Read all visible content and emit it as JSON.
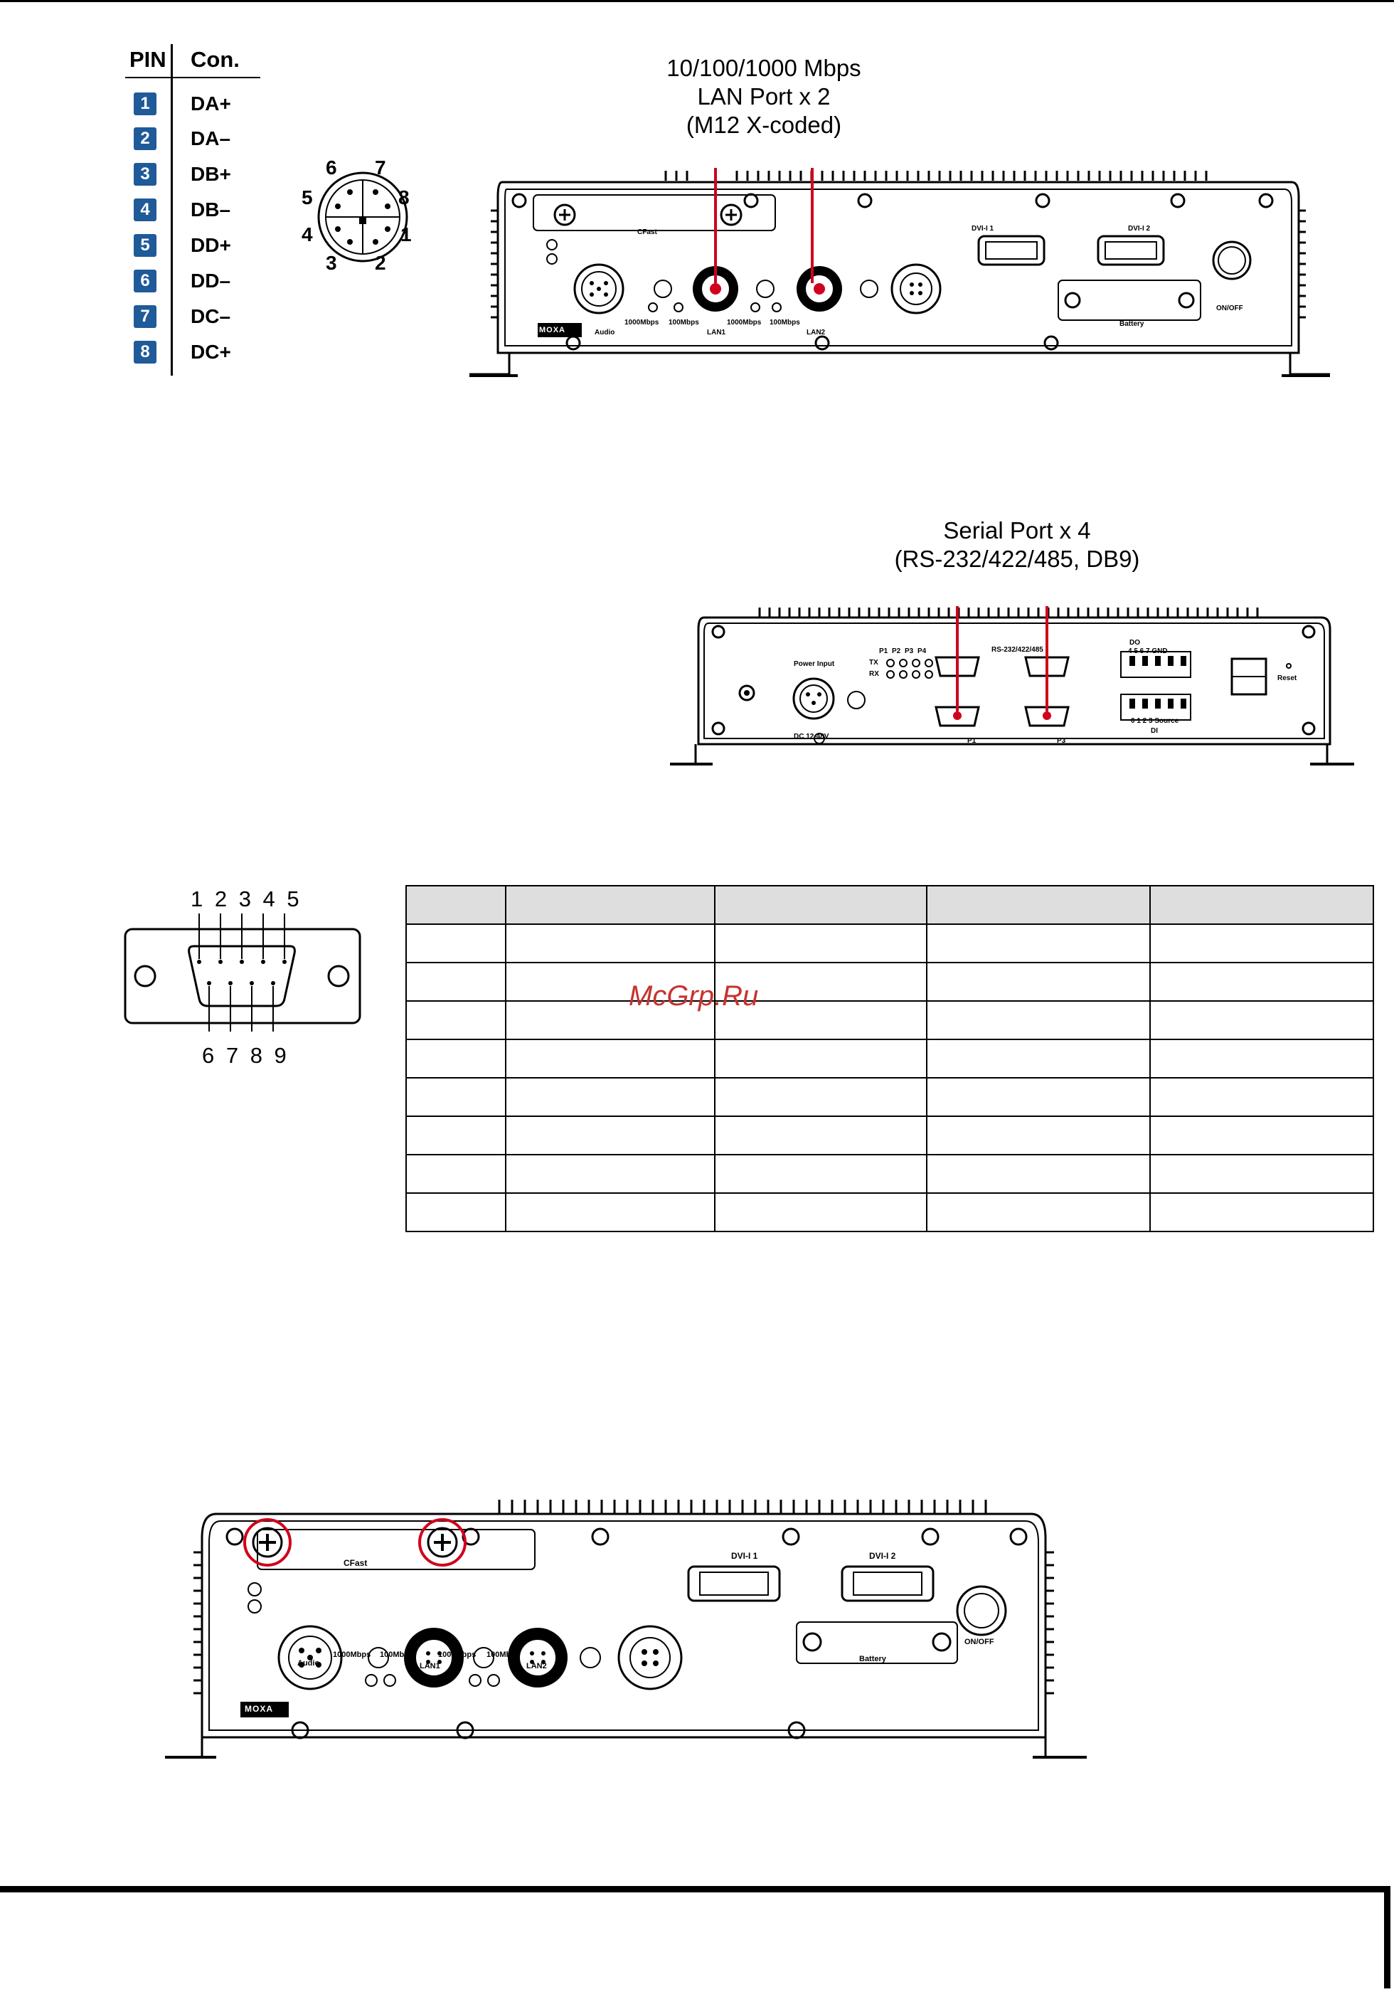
{
  "pin_table": {
    "header_pin": "PIN",
    "header_con": "Con.",
    "rows": [
      {
        "pin": "1",
        "con": "DA+"
      },
      {
        "pin": "2",
        "con": "DA–"
      },
      {
        "pin": "3",
        "con": "DB+"
      },
      {
        "pin": "4",
        "con": "DB–"
      },
      {
        "pin": "5",
        "con": "DD+"
      },
      {
        "pin": "6",
        "con": "DD–"
      },
      {
        "pin": "7",
        "con": "DC–"
      },
      {
        "pin": "8",
        "con": "DC+"
      }
    ],
    "badge_color": "#1f5a99"
  },
  "m12_connector": {
    "labels": [
      "6",
      "7",
      "5",
      "8",
      "4",
      "1",
      "3",
      "2"
    ]
  },
  "lan_callout": {
    "line1": "10/100/1000 Mbps",
    "line2": "LAN Port x 2",
    "line3": "(M12 X-coded)",
    "color": "#d0021b"
  },
  "front_panel": {
    "brand": "MOXA",
    "cfast": "CFast",
    "audio": "Audio",
    "speed_1000": "1000Mbps",
    "speed_100": "100Mbps",
    "lan1": "LAN1",
    "lan2": "LAN2",
    "dvi1": "DVI-I 1",
    "dvi2": "DVI-I 2",
    "battery": "Battery",
    "onoff": "ON/OFF"
  },
  "serial_callout": {
    "line1": "Serial Port x 4",
    "line2": "(RS-232/422/485, DB9)"
  },
  "rear_panel": {
    "power_input": "Power Input",
    "dc": "DC 12-48V",
    "leds": [
      "P1",
      "P2",
      "P3",
      "P4"
    ],
    "tx": "TX",
    "rx": "RX",
    "rs": "RS-232/422/485",
    "p1": "P1",
    "p3": "P3",
    "do": "DO",
    "do_nums": "4 5 6 7 GND",
    "di": "DI",
    "di_nums": "0 1 2 3 Source",
    "reset": "Reset"
  },
  "db9": {
    "top_numbers": "1 2 3 4 5",
    "bottom_numbers": "6 7 8 9"
  },
  "watermark": "McGrp.Ru"
}
